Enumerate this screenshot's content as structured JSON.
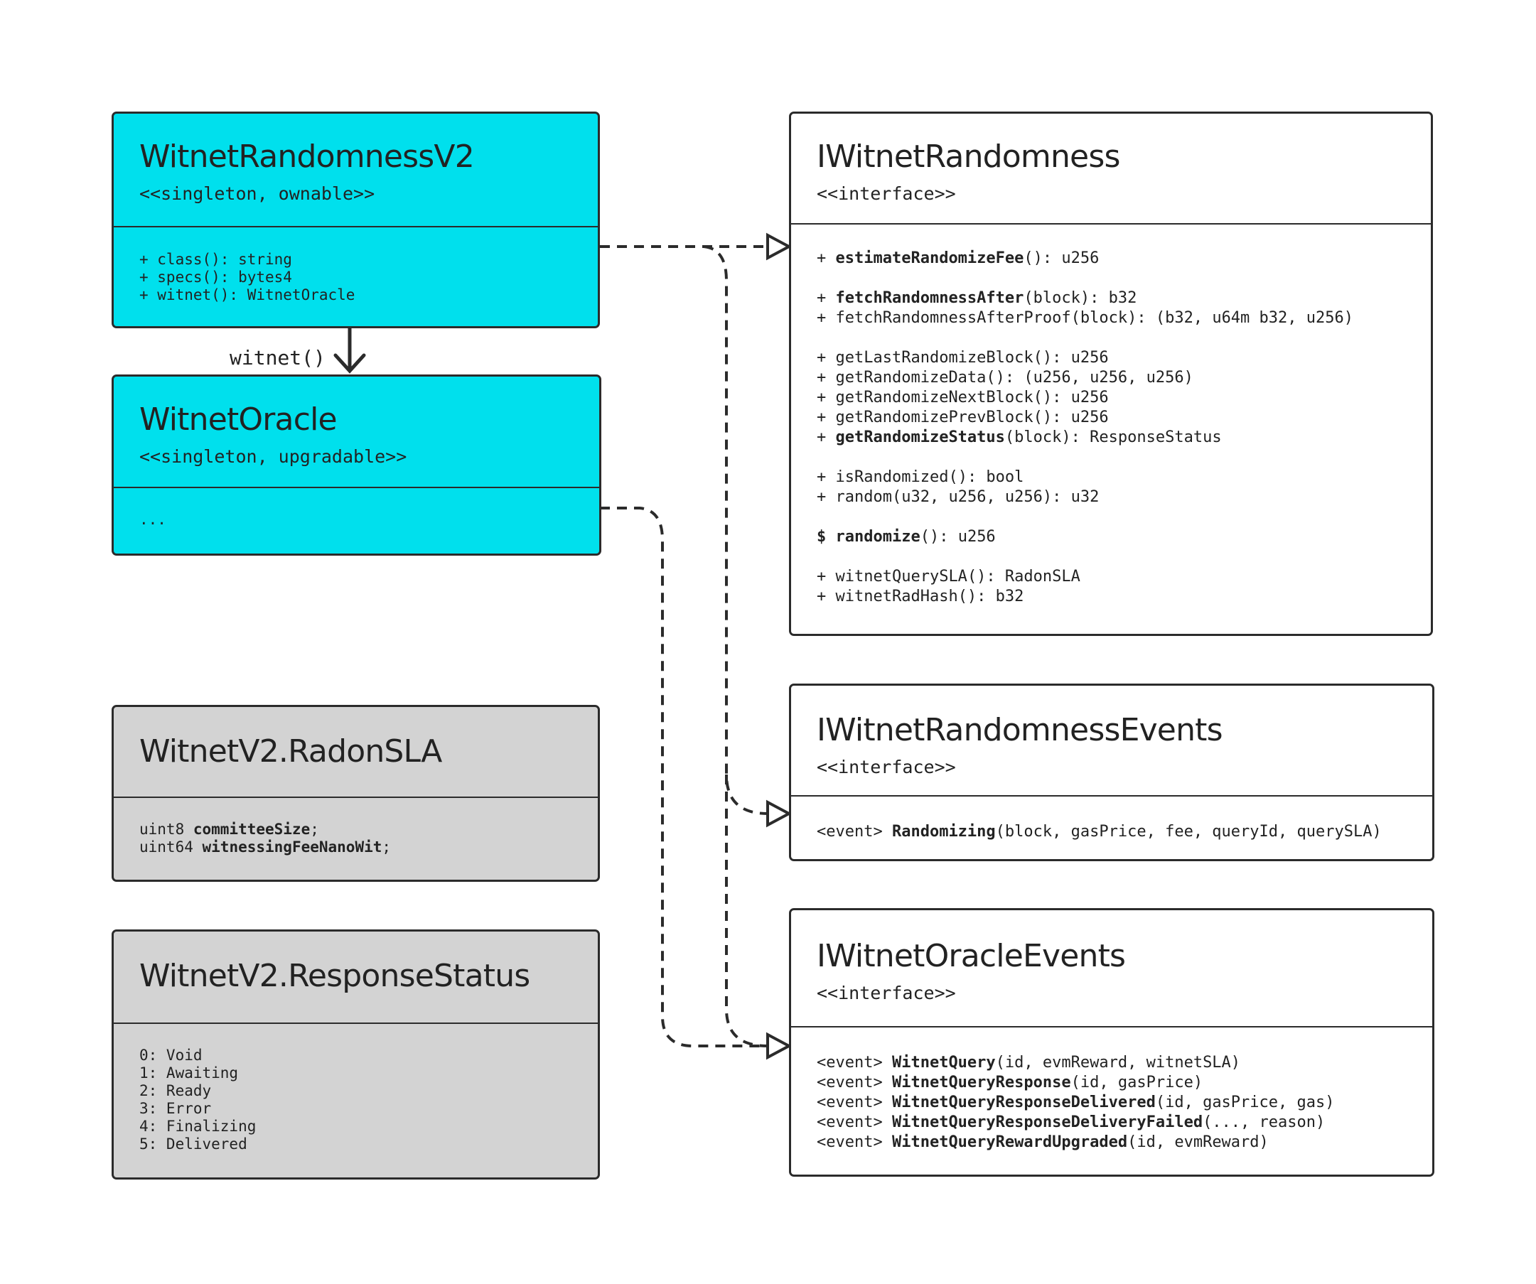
{
  "colors": {
    "cyan": "#00e0ed",
    "grey": "#d3d3d3",
    "stroke": "#2b2b2b"
  },
  "boxes": {
    "witnet_randomness_v2": {
      "title": "WitnetRandomnessV2",
      "stereotype": "<<singleton, ownable>>",
      "members": [
        "+ class(): string",
        "+ specs(): bytes4",
        "+ witnet(): WitnetOracle"
      ]
    },
    "witnet_oracle": {
      "title": "WitnetOracle",
      "stereotype": "<<singleton, upgradable>>",
      "members": [
        "..."
      ]
    },
    "radon_sla": {
      "title": "WitnetV2.RadonSLA",
      "fields": [
        {
          "type": "uint8 ",
          "name": "committeeSize",
          "end": ";"
        },
        {
          "type": "uint64 ",
          "name": "witnessingFeeNanoWit",
          "end": ";"
        }
      ]
    },
    "response_status": {
      "title": "WitnetV2.ResponseStatus",
      "values": [
        "0: Void",
        "1: Awaiting",
        "2: Ready",
        "3: Error",
        "4: Finalizing",
        "5: Delivered"
      ]
    },
    "i_witnet_randomness": {
      "title": "IWitnetRandomness",
      "stereotype": "<<interface>>",
      "methods": {
        "estimate_fee": {
          "prefix": "+ ",
          "name": "estimateRandomizeFee",
          "rest": "(): u256"
        },
        "fetch_after": {
          "prefix": "+ ",
          "name": "fetchRandomnessAfter",
          "rest": "(block): b32"
        },
        "fetch_after_proof": {
          "prefix": "+ ",
          "name": "fetchRandomnessAfterProof",
          "rest": "(block): (b32, u64m b32, u256)"
        },
        "get_last_block": {
          "prefix": "+ ",
          "name": "getLastRandomizeBlock",
          "rest": "(): u256"
        },
        "get_data": {
          "prefix": "+ ",
          "name": "getRandomizeData",
          "rest": "(): (u256, u256, u256)"
        },
        "get_next_block": {
          "prefix": "+ ",
          "name": "getRandomizeNextBlock",
          "rest": "(): u256"
        },
        "get_prev_block": {
          "prefix": "+ ",
          "name": "getRandomizePrevBlock",
          "rest": "(): u256"
        },
        "get_status": {
          "prefix": "+ ",
          "name": "getRandomizeStatus",
          "rest": "(block): ResponseStatus"
        },
        "is_randomized": {
          "prefix": "+ ",
          "name": "isRandomized",
          "rest": "(): bool"
        },
        "random": {
          "prefix": "+ ",
          "name": "random",
          "rest": "(u32, u256, u256): u32"
        },
        "randomize": {
          "prefix": "$ ",
          "name": "randomize",
          "rest": "(): u256"
        },
        "query_sla": {
          "prefix": "+ ",
          "name": "witnetQuerySLA",
          "rest": "(): RadonSLA"
        },
        "rad_hash": {
          "prefix": "+ ",
          "name": "witnetRadHash",
          "rest": "(): b32"
        }
      }
    },
    "i_witnet_randomness_events": {
      "title": "IWitnetRandomnessEvents",
      "stereotype": "<<interface>>",
      "events": [
        {
          "tag": "<event> ",
          "name": "Randomizing",
          "args": "(block, gasPrice, fee, queryId, querySLA)"
        }
      ]
    },
    "i_witnet_oracle_events": {
      "title": "IWitnetOracleEvents",
      "stereotype": "<<interface>>",
      "events": [
        {
          "tag": "<event> ",
          "name": "WitnetQuery",
          "args": "(id, evmReward, witnetSLA)"
        },
        {
          "tag": "<event> ",
          "name": "WitnetQueryResponse",
          "args": "(id, gasPrice)"
        },
        {
          "tag": "<event> ",
          "name": "WitnetQueryResponseDelivered",
          "args": "(id, gasPrice, gas)"
        },
        {
          "tag": "<event> ",
          "name": "WitnetQueryResponseDeliveryFailed",
          "args": "(..., reason)"
        },
        {
          "tag": "<event> ",
          "name": "WitnetQueryRewardUpgraded",
          "args": "(id, evmReward)"
        }
      ]
    }
  },
  "association_label": "witnet()"
}
